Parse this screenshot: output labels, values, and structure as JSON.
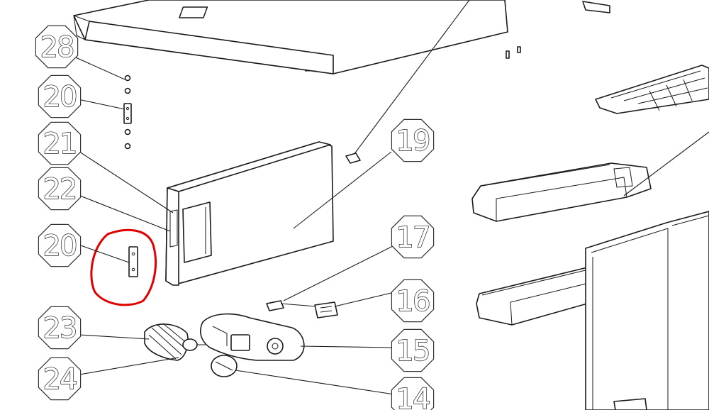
{
  "diagram": {
    "highlight_color": "#e00000",
    "line_color": "#1a1a1a",
    "callouts": [
      {
        "id": "c28",
        "label": "28"
      },
      {
        "id": "c20a",
        "label": "20"
      },
      {
        "id": "c21",
        "label": "21"
      },
      {
        "id": "c22",
        "label": "22"
      },
      {
        "id": "c20b",
        "label": "20"
      },
      {
        "id": "c23",
        "label": "23"
      },
      {
        "id": "c24",
        "label": "24"
      },
      {
        "id": "c19",
        "label": "19"
      },
      {
        "id": "c17",
        "label": "17"
      },
      {
        "id": "c16",
        "label": "16"
      },
      {
        "id": "c15",
        "label": "15"
      },
      {
        "id": "c14",
        "label": "14"
      }
    ]
  }
}
